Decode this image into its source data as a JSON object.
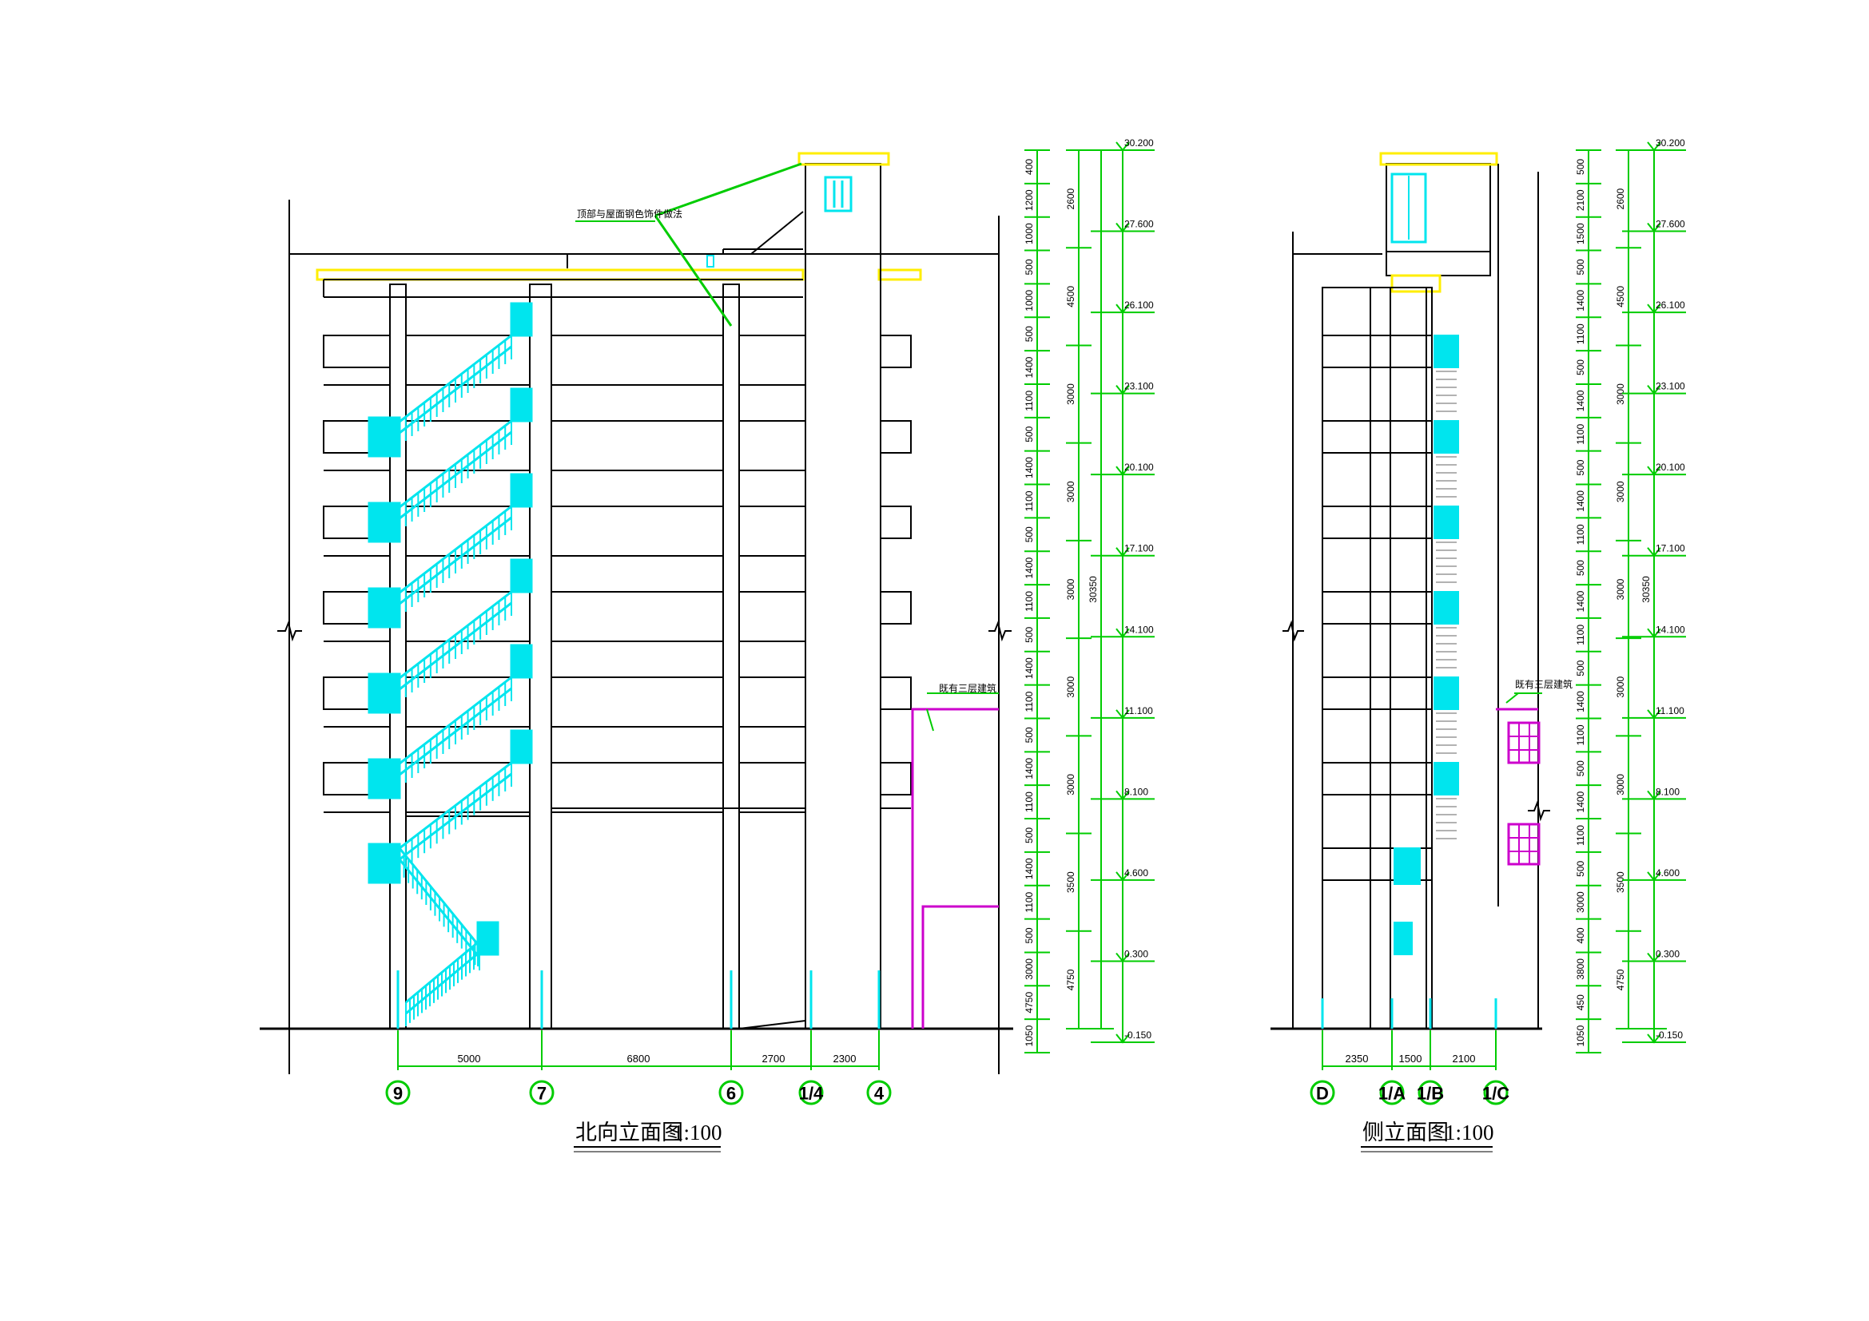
{
  "north_elevation": {
    "title": "北向立面图",
    "scale": "1:100",
    "note_roof": "顶部与屋面钢色饰件做法",
    "note_adjacent": "既有三层建筑",
    "axes": [
      "9",
      "7",
      "6",
      "1/4",
      "4"
    ],
    "bottom_dims": [
      "5000",
      "6800",
      "2700",
      "2300"
    ],
    "dim_col1": [
      "400",
      "1200",
      "1000",
      "500",
      "1000",
      "500",
      "1400",
      "1100",
      "500",
      "1400",
      "1100",
      "500",
      "1400",
      "1100",
      "500",
      "1400",
      "1100",
      "500",
      "1400",
      "1100",
      "500",
      "1400",
      "1100",
      "500",
      "3000",
      "4750",
      "1050"
    ],
    "dim_col2": [
      "2600",
      "4500",
      "3000",
      "3000",
      "3000",
      "3000",
      "3000",
      "3500",
      "4750"
    ],
    "total_height": "30350",
    "levels": [
      "30.200",
      "27.600",
      "26.100",
      "23.100",
      "20.100",
      "17.100",
      "14.100",
      "11.100",
      "8.100",
      "4.600",
      "0.300",
      "-0.150"
    ]
  },
  "side_elevation": {
    "title": "侧立面图",
    "scale": "1:100",
    "note_adjacent": "既有三层建筑",
    "axes": [
      "D",
      "1/A",
      "1/B",
      "1/C"
    ],
    "bottom_dims": [
      "2350",
      "1500",
      "2100"
    ],
    "dim_col1": [
      "500",
      "2100",
      "1500",
      "500",
      "1400",
      "1100",
      "500",
      "1400",
      "1100",
      "500",
      "1400",
      "1100",
      "500",
      "1400",
      "1100",
      "500",
      "1400",
      "1100",
      "500",
      "1400",
      "1100",
      "500",
      "3000",
      "400",
      "3800",
      "450",
      "1050"
    ],
    "dim_col2": [
      "2600",
      "4500",
      "3000",
      "3000",
      "3000",
      "3000",
      "3000",
      "3500",
      "4750"
    ],
    "total_height": "30350",
    "levels": [
      "30.200",
      "27.600",
      "26.100",
      "23.100",
      "20.100",
      "17.100",
      "14.100",
      "11.100",
      "8.100",
      "4.600",
      "0.300",
      "-0.150"
    ]
  },
  "colors": {
    "line": "#000000",
    "stair": "#00e5ee",
    "dimension": "#00cc00",
    "parapet": "#ffee00",
    "existing_building": "#cc00cc"
  }
}
